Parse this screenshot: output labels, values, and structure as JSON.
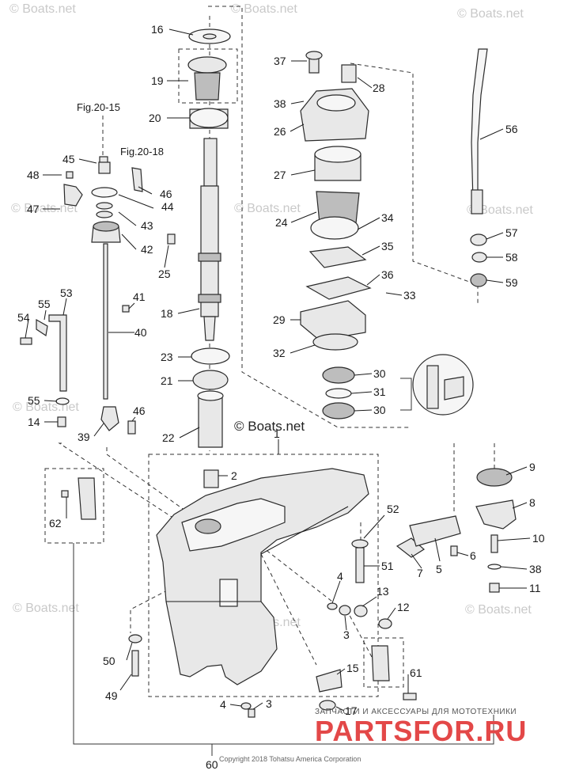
{
  "watermark_text": "© Boats.net",
  "center_watermark": "© Boats.net",
  "references": {
    "fig_a": "Fig.20-15",
    "fig_b": "Fig.20-18"
  },
  "copyright": "Copyright 2018 Tohatsu America Corporation",
  "brand": {
    "tagline": "ЗАПЧАСТИ И АКСЕССУАРЫ ДЛЯ МОТОТЕХНИКИ",
    "name": "PARTSFOR.RU"
  },
  "callouts": [
    "16",
    "19",
    "20",
    "45",
    "48",
    "47",
    "46",
    "44",
    "43",
    "42",
    "25",
    "18",
    "23",
    "21",
    "22",
    "2",
    "1",
    "41",
    "40",
    "53",
    "55",
    "54",
    "55",
    "14",
    "39",
    "46",
    "37",
    "38",
    "26",
    "28",
    "27",
    "24",
    "34",
    "35",
    "36",
    "33",
    "29",
    "32",
    "30",
    "31",
    "30",
    "56",
    "57",
    "58",
    "59",
    "9",
    "8",
    "10",
    "38",
    "11",
    "52",
    "51",
    "7",
    "5",
    "6",
    "4",
    "3",
    "13",
    "12",
    "62",
    "50",
    "49",
    "15",
    "61",
    "4",
    "3",
    "17",
    "60"
  ]
}
